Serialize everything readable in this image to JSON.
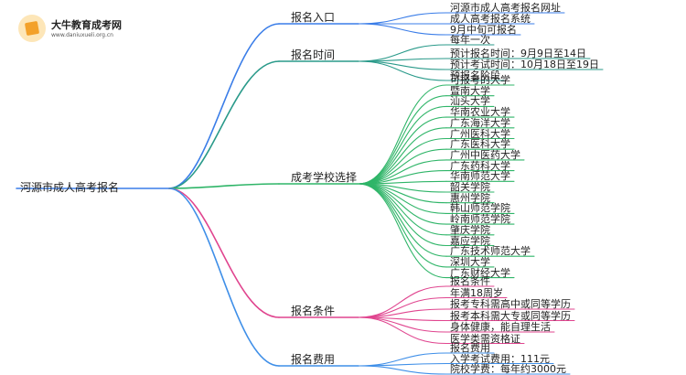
{
  "logo": {
    "title": "大牛教育成考网",
    "subtitle": "www.daniuxueli.org.cn"
  },
  "colors": {
    "entry": "#3a7de8",
    "time": "#2a9a8a",
    "schools": "#2fb568",
    "conditions": "#e0458f",
    "fees": "#3f8fe8"
  },
  "mindmap": {
    "root": "河源市成人高考报名",
    "branches": [
      {
        "label": "报名入口",
        "color_key": "entry",
        "leaves": [
          "河源市成人高考报名网址",
          "成人高考报名系统",
          "9月中旬可报名"
        ]
      },
      {
        "label": "报名时间",
        "color_key": "time",
        "leaves": [
          "每年一次",
          "预计报名时间：9月9日至14日",
          "预计考试时间：10月18日至19日",
          "预报名阶段"
        ]
      },
      {
        "label": "成考学校选择",
        "color_key": "schools",
        "leaves": [
          "可报考的大学",
          "暨南大学",
          "汕头大学",
          "华南农业大学",
          "广东海洋大学",
          "广州医科大学",
          "广东医科大学",
          "广州中医药大学",
          "广东药科大学",
          "华南师范大学",
          "韶关学院",
          "惠州学院",
          "韩山师范学院",
          "岭南师范学院",
          "肇庆学院",
          "嘉应学院",
          "广东技术师范大学",
          "深圳大学",
          "广东财经大学"
        ]
      },
      {
        "label": "报名条件",
        "color_key": "conditions",
        "leaves": [
          "报名条件",
          "年满18周岁",
          "报考专科需高中或同等学历",
          "报考本科需大专或同等学历",
          "身体健康，能自理生活",
          "医学类需资格证"
        ]
      },
      {
        "label": "报名费用",
        "color_key": "fees",
        "leaves": [
          "报名费用",
          "入学考试费用：111元",
          "院校学费：每年约3000元"
        ]
      }
    ]
  }
}
